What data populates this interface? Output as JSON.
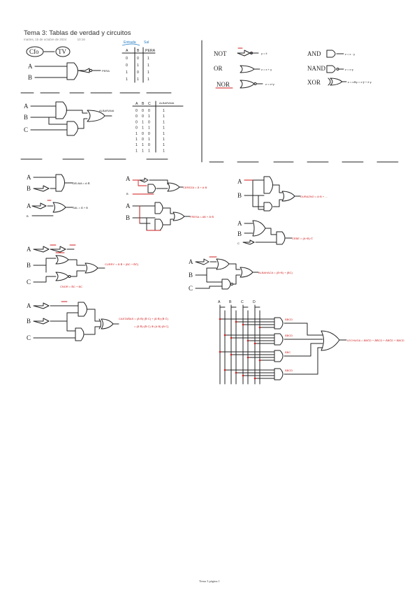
{
  "header": {
    "title": "Tema 3: Tablas de verdad y circuitos",
    "date": "martes, 15 de octubre de 2024",
    "time": "10:16"
  },
  "footer": {
    "page_label": "Tema 3 página 1"
  },
  "notes": {
    "intro": {
      "cpo": "Cfo",
      "tv": "TV",
      "a": "A",
      "b": "B",
      "out": "PERA"
    },
    "table1": {
      "head_hint": "Entrada",
      "out_hint": "Sal",
      "headers": [
        "A",
        "B",
        "PERA"
      ],
      "rows": [
        [
          "0",
          "0",
          "1"
        ],
        [
          "0",
          "1",
          "1"
        ],
        [
          "1",
          "0",
          "1"
        ],
        [
          "1",
          "1",
          "1"
        ]
      ]
    },
    "circuit2": {
      "a": "A",
      "b": "B",
      "c": "C",
      "out": "ALBARANA"
    },
    "table2": {
      "headers": [
        "A",
        "B",
        "C",
        "ALBARANA"
      ],
      "rows": [
        [
          "0",
          "0",
          "0",
          "1"
        ],
        [
          "0",
          "0",
          "1",
          "1"
        ],
        [
          "0",
          "1",
          "0",
          "1"
        ],
        [
          "0",
          "1",
          "1",
          "1"
        ],
        [
          "1",
          "0",
          "0",
          "1"
        ],
        [
          "1",
          "0",
          "1",
          "1"
        ],
        [
          "1",
          "1",
          "0",
          "1"
        ],
        [
          "1",
          "1",
          "1",
          "1"
        ]
      ]
    },
    "gates": {
      "not": {
        "name": "NOT",
        "expr": "y = x̄"
      },
      "or": {
        "name": "OR",
        "expr": "z = x + y"
      },
      "nor": {
        "name": "NOR",
        "expr": "z = x+y"
      },
      "and": {
        "name": "AND",
        "expr": "z = x · y"
      },
      "nand": {
        "name": "NAND",
        "expr": "z = x·y"
      },
      "xor": {
        "name": "XOR",
        "expr": "z = x⊕y = x·ȳ + x̄·y"
      }
    },
    "ex1": {
      "a": "A",
      "b": "B",
      "out": "DELMA = A·B̄"
    },
    "ex2": {
      "a": "A",
      "b": "B",
      "out": "SAL = Ā + B"
    },
    "ex3": {
      "a": "A",
      "b": "B",
      "out": "CEREZA = Ā + A·B"
    },
    "ex4": {
      "a": "A",
      "b": "B",
      "out": "FRESA = AB + Ā·B̄"
    },
    "ex5": {
      "a": "A",
      "b": "B",
      "out": "DURAZNO = A·B + ..."
    },
    "ex6": {
      "a": "A",
      "b": "B",
      "c": "C",
      "out": "CEBE = (A+B)·C̄"
    },
    "ex7": {
      "a": "A",
      "b": "B",
      "c": "C",
      "out": "CURRY = Ā·B̄ + (BC + B̄C̄)",
      "sub": "CNOR = B̄C + BC"
    },
    "ex8": {
      "a": "A",
      "b": "B",
      "c": "C",
      "out": "ALBAHACA = (Ā+B) + (BC)"
    },
    "ex9": {
      "a": "A",
      "b": "B",
      "c": "C",
      "out1": "CASTAÑAS = (Ā·B̄)·(B̄·C) + (Ā·B̄)·(B̄·C̄)",
      "out2": "= (Ā·B̄)·(B̄·C) ⊕ (A·B)·(B·C)"
    },
    "ex10": {
      "inputs": [
        "A",
        "B",
        "C",
        "D"
      ],
      "terms": [
        "ĀBCD",
        "ĀBCD",
        "ĀBC",
        "ĀBCD"
      ],
      "out": "LECHUGA = ĀBC̄D + ĀB̄CD + ĀBC̄D + ĀBCD"
    }
  }
}
